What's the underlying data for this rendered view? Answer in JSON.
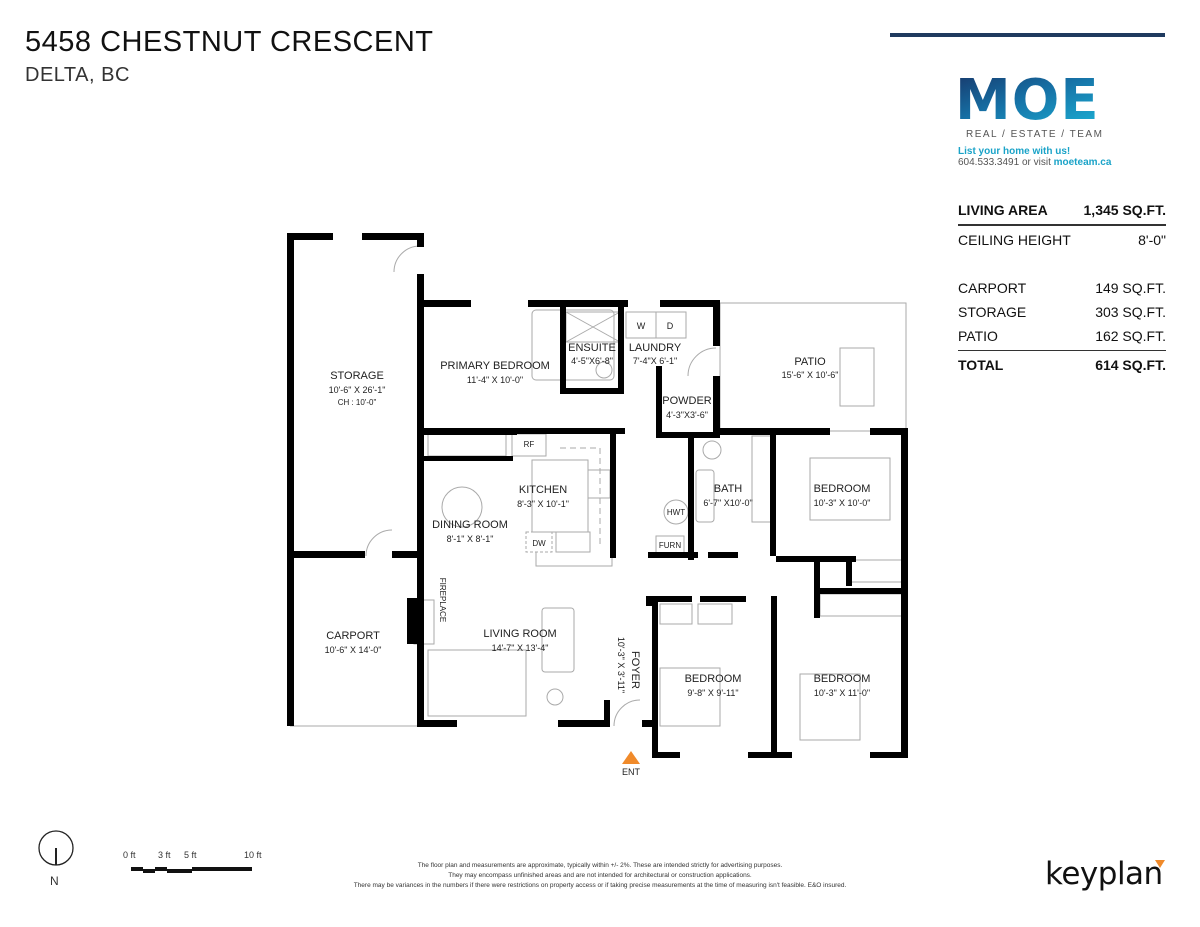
{
  "header": {
    "address": "5458 CHESTNUT CRESCENT",
    "city": "DELTA, BC"
  },
  "brand": {
    "logo": "MOE",
    "tagline": "REAL / ESTATE / TEAM",
    "cta": "List your home with us!",
    "phone": "604.533.3491 or visit",
    "website": "moeteam.ca",
    "colors": {
      "navy": "#1f3a5f",
      "teal": "#1aa3c8",
      "entry": "#f08a2a"
    }
  },
  "areas": {
    "living": {
      "label": "LIVING AREA",
      "value": "1,345 SQ.FT."
    },
    "ceiling": {
      "label": "CEILING HEIGHT",
      "value": "8'-0\""
    },
    "carport": {
      "label": "CARPORT",
      "value": "149 SQ.FT."
    },
    "storage": {
      "label": "STORAGE",
      "value": "303 SQ.FT."
    },
    "patio": {
      "label": "PATIO",
      "value": "162 SQ.FT."
    },
    "total": {
      "label": "TOTAL",
      "value": "614 SQ.FT."
    }
  },
  "rooms": {
    "storage": {
      "name": "STORAGE",
      "dims": "10'-6\" X 26'-1\"",
      "extra": "CH : 10'-0\""
    },
    "primary_bedroom": {
      "name": "PRIMARY BEDROOM",
      "dims": "11'-4\" X 10'-0\""
    },
    "ensuite": {
      "name": "ENSUITE",
      "dims": "4'-5\"X6'-8\""
    },
    "laundry": {
      "name": "LAUNDRY",
      "dims": "7'-4\"X 6'-1\""
    },
    "powder": {
      "name": "POWDER",
      "dims": "4'-3\"X3'-6\""
    },
    "patio": {
      "name": "PATIO",
      "dims": "15'-6\" X 10'-6\""
    },
    "kitchen": {
      "name": "KITCHEN",
      "dims": "8'-3\" X 10'-1\""
    },
    "dining": {
      "name": "DINING ROOM",
      "dims": "8'-1\" X 8'-1\""
    },
    "bath": {
      "name": "BATH",
      "dims": "6'-7\" X10'-0\""
    },
    "bedroom_ne": {
      "name": "BEDROOM",
      "dims": "10'-3\" X 10'-0\""
    },
    "carport": {
      "name": "CARPORT",
      "dims": "10'-6\" X 14'-0\""
    },
    "living": {
      "name": "LIVING ROOM",
      "dims": "14'-7\" X 13'-4\""
    },
    "foyer": {
      "name": "FOYER",
      "dims": "10'-3\" X 3'-11\""
    },
    "bedroom_sw": {
      "name": "BEDROOM",
      "dims": "9'-8\" X 9'-11\""
    },
    "bedroom_se": {
      "name": "BEDROOM",
      "dims": "10'-3\" X 11'-0\""
    }
  },
  "fixtures": {
    "rf": "RF",
    "dw": "DW",
    "w": "W",
    "d": "D",
    "hwt": "HWT",
    "furn": "FURN",
    "fireplace": "FIREPLACE",
    "entry": "ENT"
  },
  "legend": {
    "north": "N",
    "scale": [
      "0 ft",
      "3 ft",
      "5 ft",
      "10 ft"
    ]
  },
  "disclaimer": [
    "The floor plan and measurements are approximate, typically within +/- 2%. These are intended strictly for advertising purposes.",
    "They may encompass unfinished areas and are not intended for architectural or construction applications.",
    "There may be variances in the numbers if there were restrictions on property access or if taking precise measurements at the time of measuring isn't feasible. E&O insured."
  ],
  "footer_brand": "keyplan"
}
